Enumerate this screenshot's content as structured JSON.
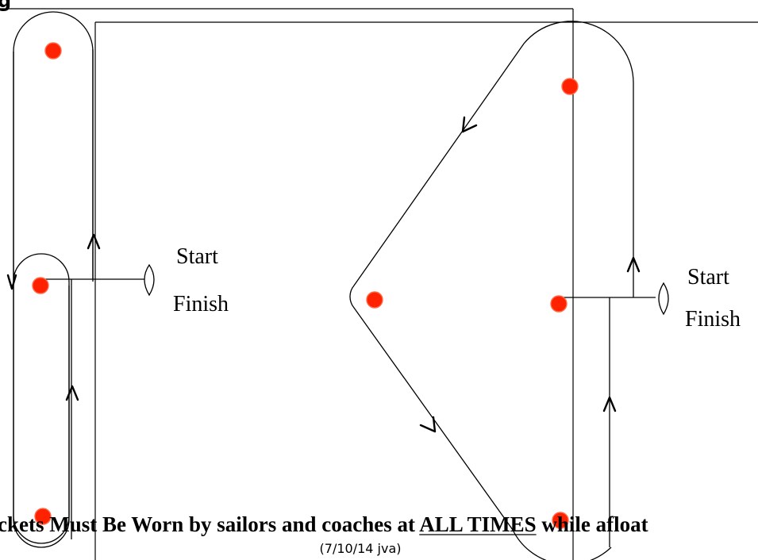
{
  "top_heading_fragment": "g",
  "left_course": {
    "start_label": "Start",
    "finish_label": "Finish"
  },
  "right_course": {
    "start_label": "Start",
    "finish_label": "Finish"
  },
  "notice": {
    "prefix": "ckets Must Be Worn by sailors and coaches at ",
    "emphasis": "ALL TIMES",
    "suffix": " while afloat"
  },
  "footer_credit": "(7/10/14 jva)",
  "colors": {
    "mark": "#ff2200",
    "line": "#000000",
    "background": "#ffffff"
  },
  "icons": [
    "race-mark",
    "committee-boat",
    "direction-arrow"
  ]
}
